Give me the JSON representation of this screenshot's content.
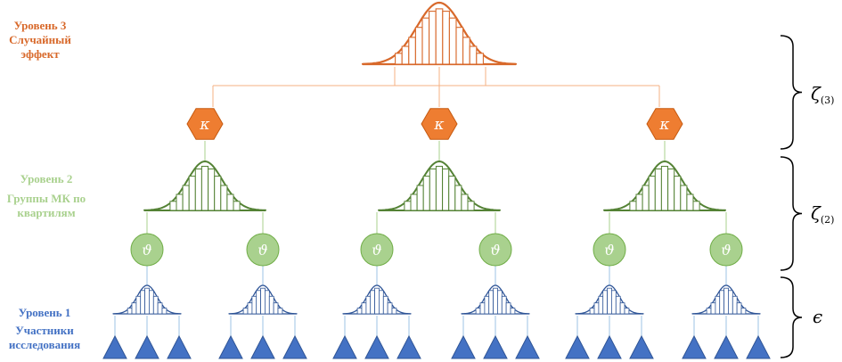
{
  "level3": {
    "title": "Уровень 3",
    "line2": "Случайный",
    "line3": "эффект",
    "color": "#d8692b"
  },
  "level2": {
    "title": "Уровень 2",
    "line2": "Группы МК по",
    "line3": "квартилям",
    "color": "#a9d18e"
  },
  "level1": {
    "title": "Уровень 1",
    "line2": "Участники",
    "line3": "исследования",
    "color": "#4472c4"
  },
  "symbols": {
    "kappa": "κ",
    "theta": "ϑ",
    "zeta": "ζ",
    "zeta3_sub": "(3)",
    "zeta2_sub": "(2)",
    "epsilon": "ϵ"
  },
  "colors": {
    "orange": "#d8692b",
    "orange_fill": "#ee7d31",
    "green": "#548235",
    "green_fill": "#a9d18e",
    "blue": "#2f5597",
    "blue_fill": "#4472c4",
    "connector_orange": "#f4b183",
    "connector_green": "#a9d18e",
    "connector_blue": "#9dc3e6"
  }
}
